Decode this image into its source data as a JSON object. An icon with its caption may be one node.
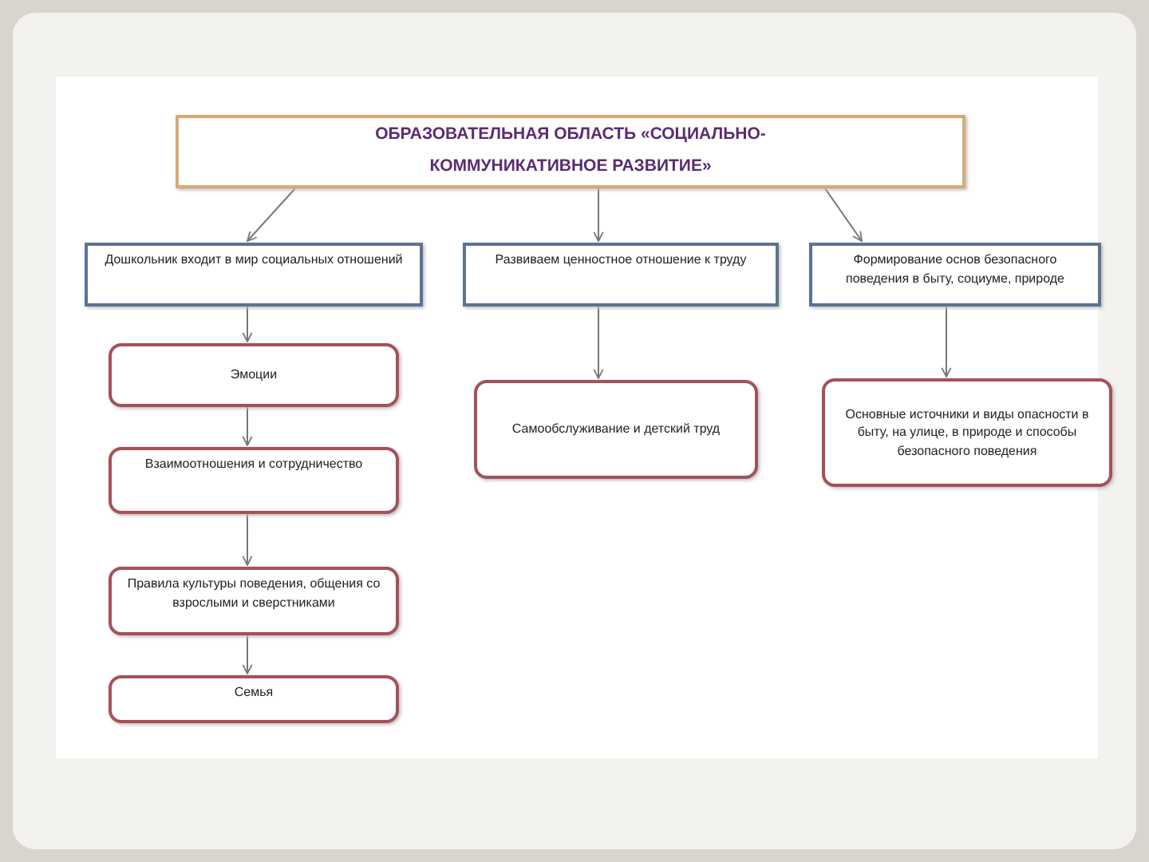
{
  "diagram": {
    "nodes": [
      {
        "text": [
          "ОБРАЗОВАТЕЛЬНАЯ ОБЛАСТЬ «СОЦИАЛЬНО-КОММУНИКАТИВНОЕ РАЗВИТИЕ»"
        ]
      },
      {
        "text": [
          "Дошкольник входит в мир социальных отношений"
        ]
      },
      {
        "text": [
          "Развиваем ценностное отношение к труду"
        ]
      },
      {
        "text": [
          "Формирование основ безопасного поведения в быту, социуме, природе"
        ]
      },
      {
        "text": [
          "Эмоции"
        ]
      },
      {
        "text": [
          "Взаимоотношения и сотрудничество"
        ]
      },
      {
        "text": [
          "Правила культуры поведения, общения со взрослыми и сверстниками"
        ]
      },
      {
        "text": [
          "Семья"
        ]
      },
      {
        "text": [
          "Самообслуживание и детский труд"
        ]
      },
      {
        "text": [
          "Основные источники и виды опасности в быту, на улице, в природе и способы безопасного поведения"
        ]
      }
    ],
    "edges": [
      {
        "from": 0,
        "to": 1,
        "arrow": "to"
      },
      {
        "from": 0,
        "to": 2,
        "arrow": "to"
      },
      {
        "from": 0,
        "to": 3,
        "arrow": "to"
      },
      {
        "from": 1,
        "to": 4,
        "arrow": "to"
      },
      {
        "from": 4,
        "to": 5,
        "arrow": "to"
      },
      {
        "from": 5,
        "to": 6,
        "arrow": "to"
      },
      {
        "from": 6,
        "to": 7,
        "arrow": "to"
      },
      {
        "from": 2,
        "to": 8,
        "arrow": "to"
      },
      {
        "from": 3,
        "to": 9,
        "arrow": "to"
      }
    ]
  }
}
